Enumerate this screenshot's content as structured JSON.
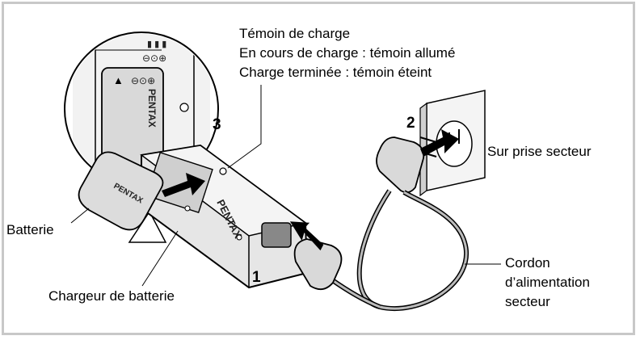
{
  "labels": {
    "indicator_title": "Témoin de charge",
    "charging": "En cours de charge : témoin allumé",
    "charged": "Charge terminée : témoin éteint",
    "outlet": "Sur prise secteur",
    "battery": "Batterie",
    "charger": "Chargeur de batterie",
    "cord_line1": "Cordon",
    "cord_line2": "d’alimentation",
    "cord_line3": "secteur"
  },
  "steps": {
    "step1": "1",
    "step2": "2",
    "step3": "3"
  },
  "brand": "PENTAX",
  "colors": {
    "line": "#000000",
    "fill_light": "#f2f2f2",
    "fill_mid": "#d9d9d9",
    "fill_dark": "#8c8c8c",
    "frame": "#c8c8c8"
  }
}
